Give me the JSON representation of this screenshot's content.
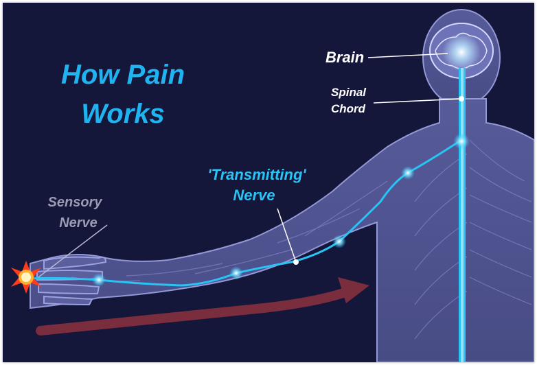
{
  "title": {
    "line1": "How Pain",
    "line2": "Works"
  },
  "labels": {
    "brain": "Brain",
    "spinal_line1": "Spinal",
    "spinal_line2": "Chord",
    "transmitting_line1": "'Transmitting'",
    "transmitting_line2": "Nerve",
    "sensory_line1": "Sensory",
    "sensory_line2": "Nerve"
  },
  "colors": {
    "background": "#14163a",
    "title": "#1fb3f0",
    "nerve": "#29c4f5",
    "body": "#8a8fd0",
    "label_white": "#ffffff",
    "label_gray": "#9a9cb4",
    "arrow": "#7a2d3c",
    "pain": "#ff6a1a"
  },
  "icons": [
    "pain-burst-icon",
    "direction-arrow-icon",
    "nerve-node-icon"
  ]
}
